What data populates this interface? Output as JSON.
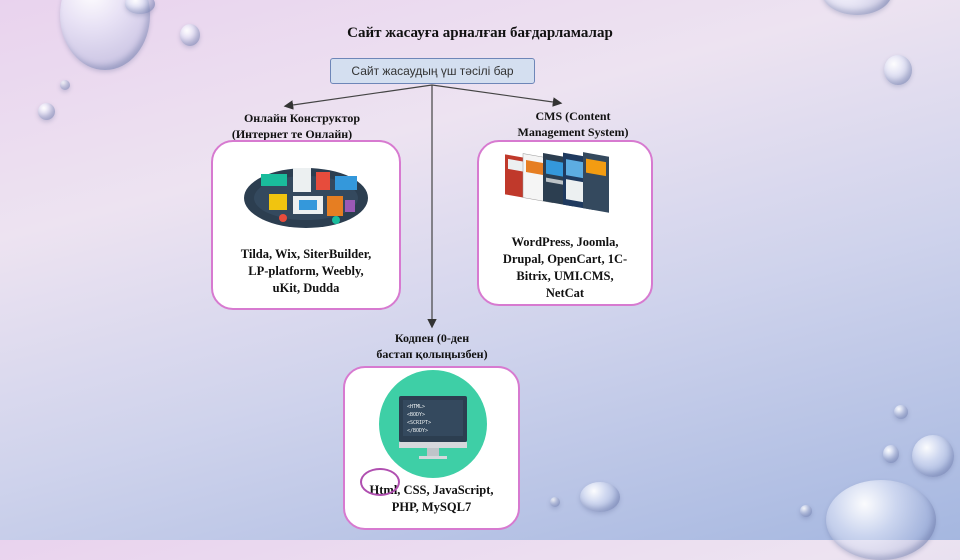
{
  "slide": {
    "title": "Сайт жасауға арналған бағдарламалар",
    "top_box": "Сайт жасаудың үш тәсілі бар",
    "left": {
      "heading_line1": "Онлайн Конструктор",
      "heading_line2": "(Интернет те Онлайн)",
      "body_line1": "Tilda, Wix, SiterBuilder,",
      "body_line2": "LP-platform, Weebly,",
      "body_line3": "uKit, Dudda"
    },
    "right": {
      "heading_line1": "CMS (Content",
      "heading_line2": "Management System)",
      "body_line1": "WordPress, Joomla,",
      "body_line2": "Drupal, OpenCart, 1C-",
      "body_line3": "Bitrix, UMI.CMS,",
      "body_line4": "NetCat"
    },
    "bottom": {
      "heading_line1": "Кодпен (0-ден",
      "heading_line2": "бастап қолыңызбен)",
      "body_line1": "Html, CSS, JavaScript,",
      "body_line2": "PHP, MySQL7",
      "code_lines": [
        "<HTML>",
        "<BODY>",
        "<SCRIPT>",
        "</BODY>"
      ]
    }
  }
}
